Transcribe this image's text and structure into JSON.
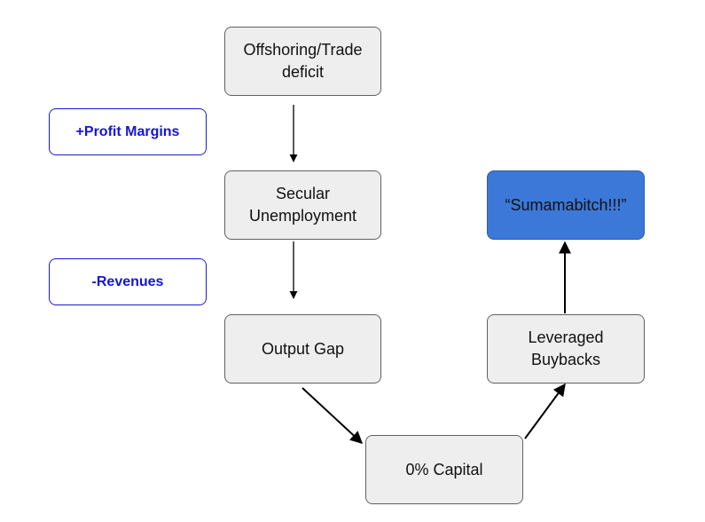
{
  "nodes": {
    "offshoring": "Offshoring/Trade deficit",
    "secular_unemployment": "Secular Unemployment",
    "output_gap": "Output Gap",
    "capital": "0% Capital",
    "leveraged_buybacks": "Leveraged Buybacks",
    "sumamabitch": "“Sumamabitch!!!”"
  },
  "annotations": {
    "profit_margins": "+Profit Margins",
    "revenues": "-Revenues"
  },
  "colors": {
    "node_fill": "#eeeeee",
    "node_border": "#616161",
    "highlight_fill": "#3c78d8",
    "annotation_text": "#1515d6",
    "annotation_border": "#1a1ad0",
    "arrow": "#000000"
  }
}
